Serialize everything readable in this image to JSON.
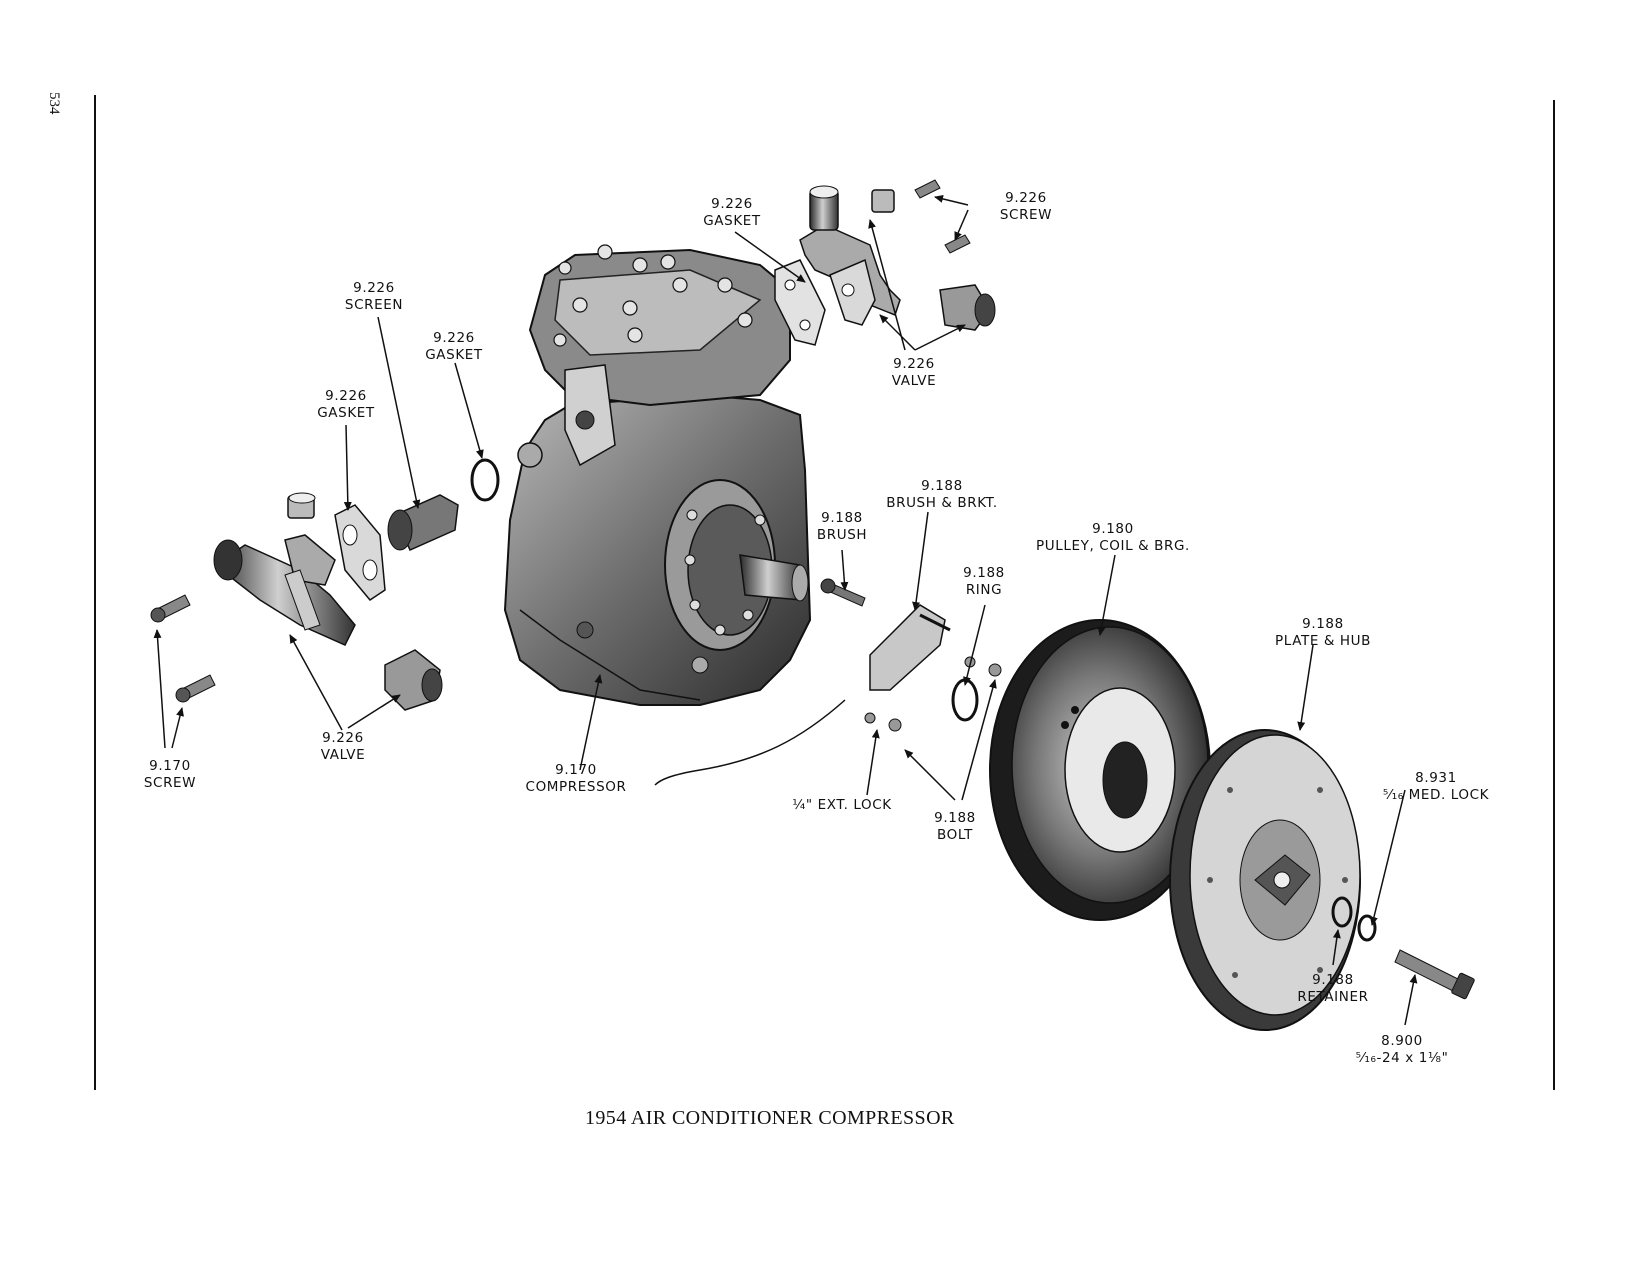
{
  "page_number": "534",
  "caption": "1954 AIR CONDITIONER COMPRESSOR",
  "callouts": {
    "top_gasket": {
      "number": "9.226",
      "name": "GASKET"
    },
    "top_screw": {
      "number": "9.226",
      "name": "SCREW"
    },
    "top_valve": {
      "number": "9.226",
      "name": "VALVE"
    },
    "screen": {
      "number": "9.226",
      "name": "SCREEN"
    },
    "mid_gasket": {
      "number": "9.226",
      "name": "GASKET"
    },
    "left_gasket": {
      "number": "9.226",
      "name": "GASKET"
    },
    "left_valve": {
      "number": "9.226",
      "name": "VALVE"
    },
    "left_screw": {
      "number": "9.170",
      "name": "SCREW"
    },
    "compressor": {
      "number": "9.170",
      "name": "COMPRESSOR"
    },
    "brush_bracket": {
      "number": "9.188",
      "name": "BRUSH & BRKT."
    },
    "brush": {
      "number": "9.188",
      "name": "BRUSH"
    },
    "ring": {
      "number": "9.188",
      "name": "RING"
    },
    "ext_lock": {
      "name": "¼\" EXT. LOCK"
    },
    "bolt": {
      "number": "9.188",
      "name": "BOLT"
    },
    "pulley": {
      "number": "9.180",
      "name": "PULLEY, COIL & BRG."
    },
    "plate_hub": {
      "number": "9.188",
      "name": "PLATE & HUB"
    },
    "med_lock": {
      "number": "8.931",
      "name": "⁵⁄₁₆ MED. LOCK"
    },
    "retainer": {
      "number": "9.188",
      "name": "RETAINER"
    },
    "hub_bolt": {
      "number": "8.900",
      "name": "⁵⁄₁₆-24 x 1⅛\""
    }
  }
}
